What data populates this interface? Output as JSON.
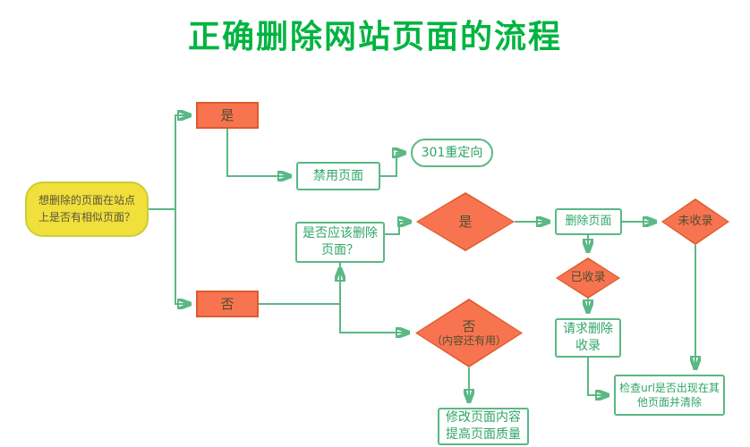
{
  "title": "正确删除网站页面的流程",
  "colors": {
    "title_green": "#00b440",
    "connector_green": "#5ab885",
    "box_border_green": "#5ab885",
    "box_text_green": "#2fa566",
    "orange_fill": "#f87450",
    "orange_border": "#db5c2c",
    "yellow_fill": "#f1df3b",
    "dark_label_text": "#4e4e30"
  },
  "nodes": {
    "start": {
      "label": "想删除的页面在站点上是否有相似页面？"
    },
    "branch_yes": {
      "label": "是"
    },
    "branch_no": {
      "label": "否"
    },
    "disable_page": {
      "label": "禁用页面"
    },
    "redirect_301": {
      "label": "301重定向"
    },
    "should_delete": {
      "label": "是否应该删除页面？"
    },
    "decision_yes": {
      "label": "是"
    },
    "delete_page": {
      "label": "删除页面"
    },
    "not_indexed": {
      "label": "未收录"
    },
    "indexed": {
      "label": "已收录"
    },
    "request_removal": {
      "label": "请求删除收录"
    },
    "check_url": {
      "label": "检查url是否出现在其他页面并清除"
    },
    "decision_no": {
      "label_top": "否",
      "label_bottom": "（内容还有用）"
    },
    "modify_content": {
      "label": "修改页面内容提高页面质量"
    }
  }
}
